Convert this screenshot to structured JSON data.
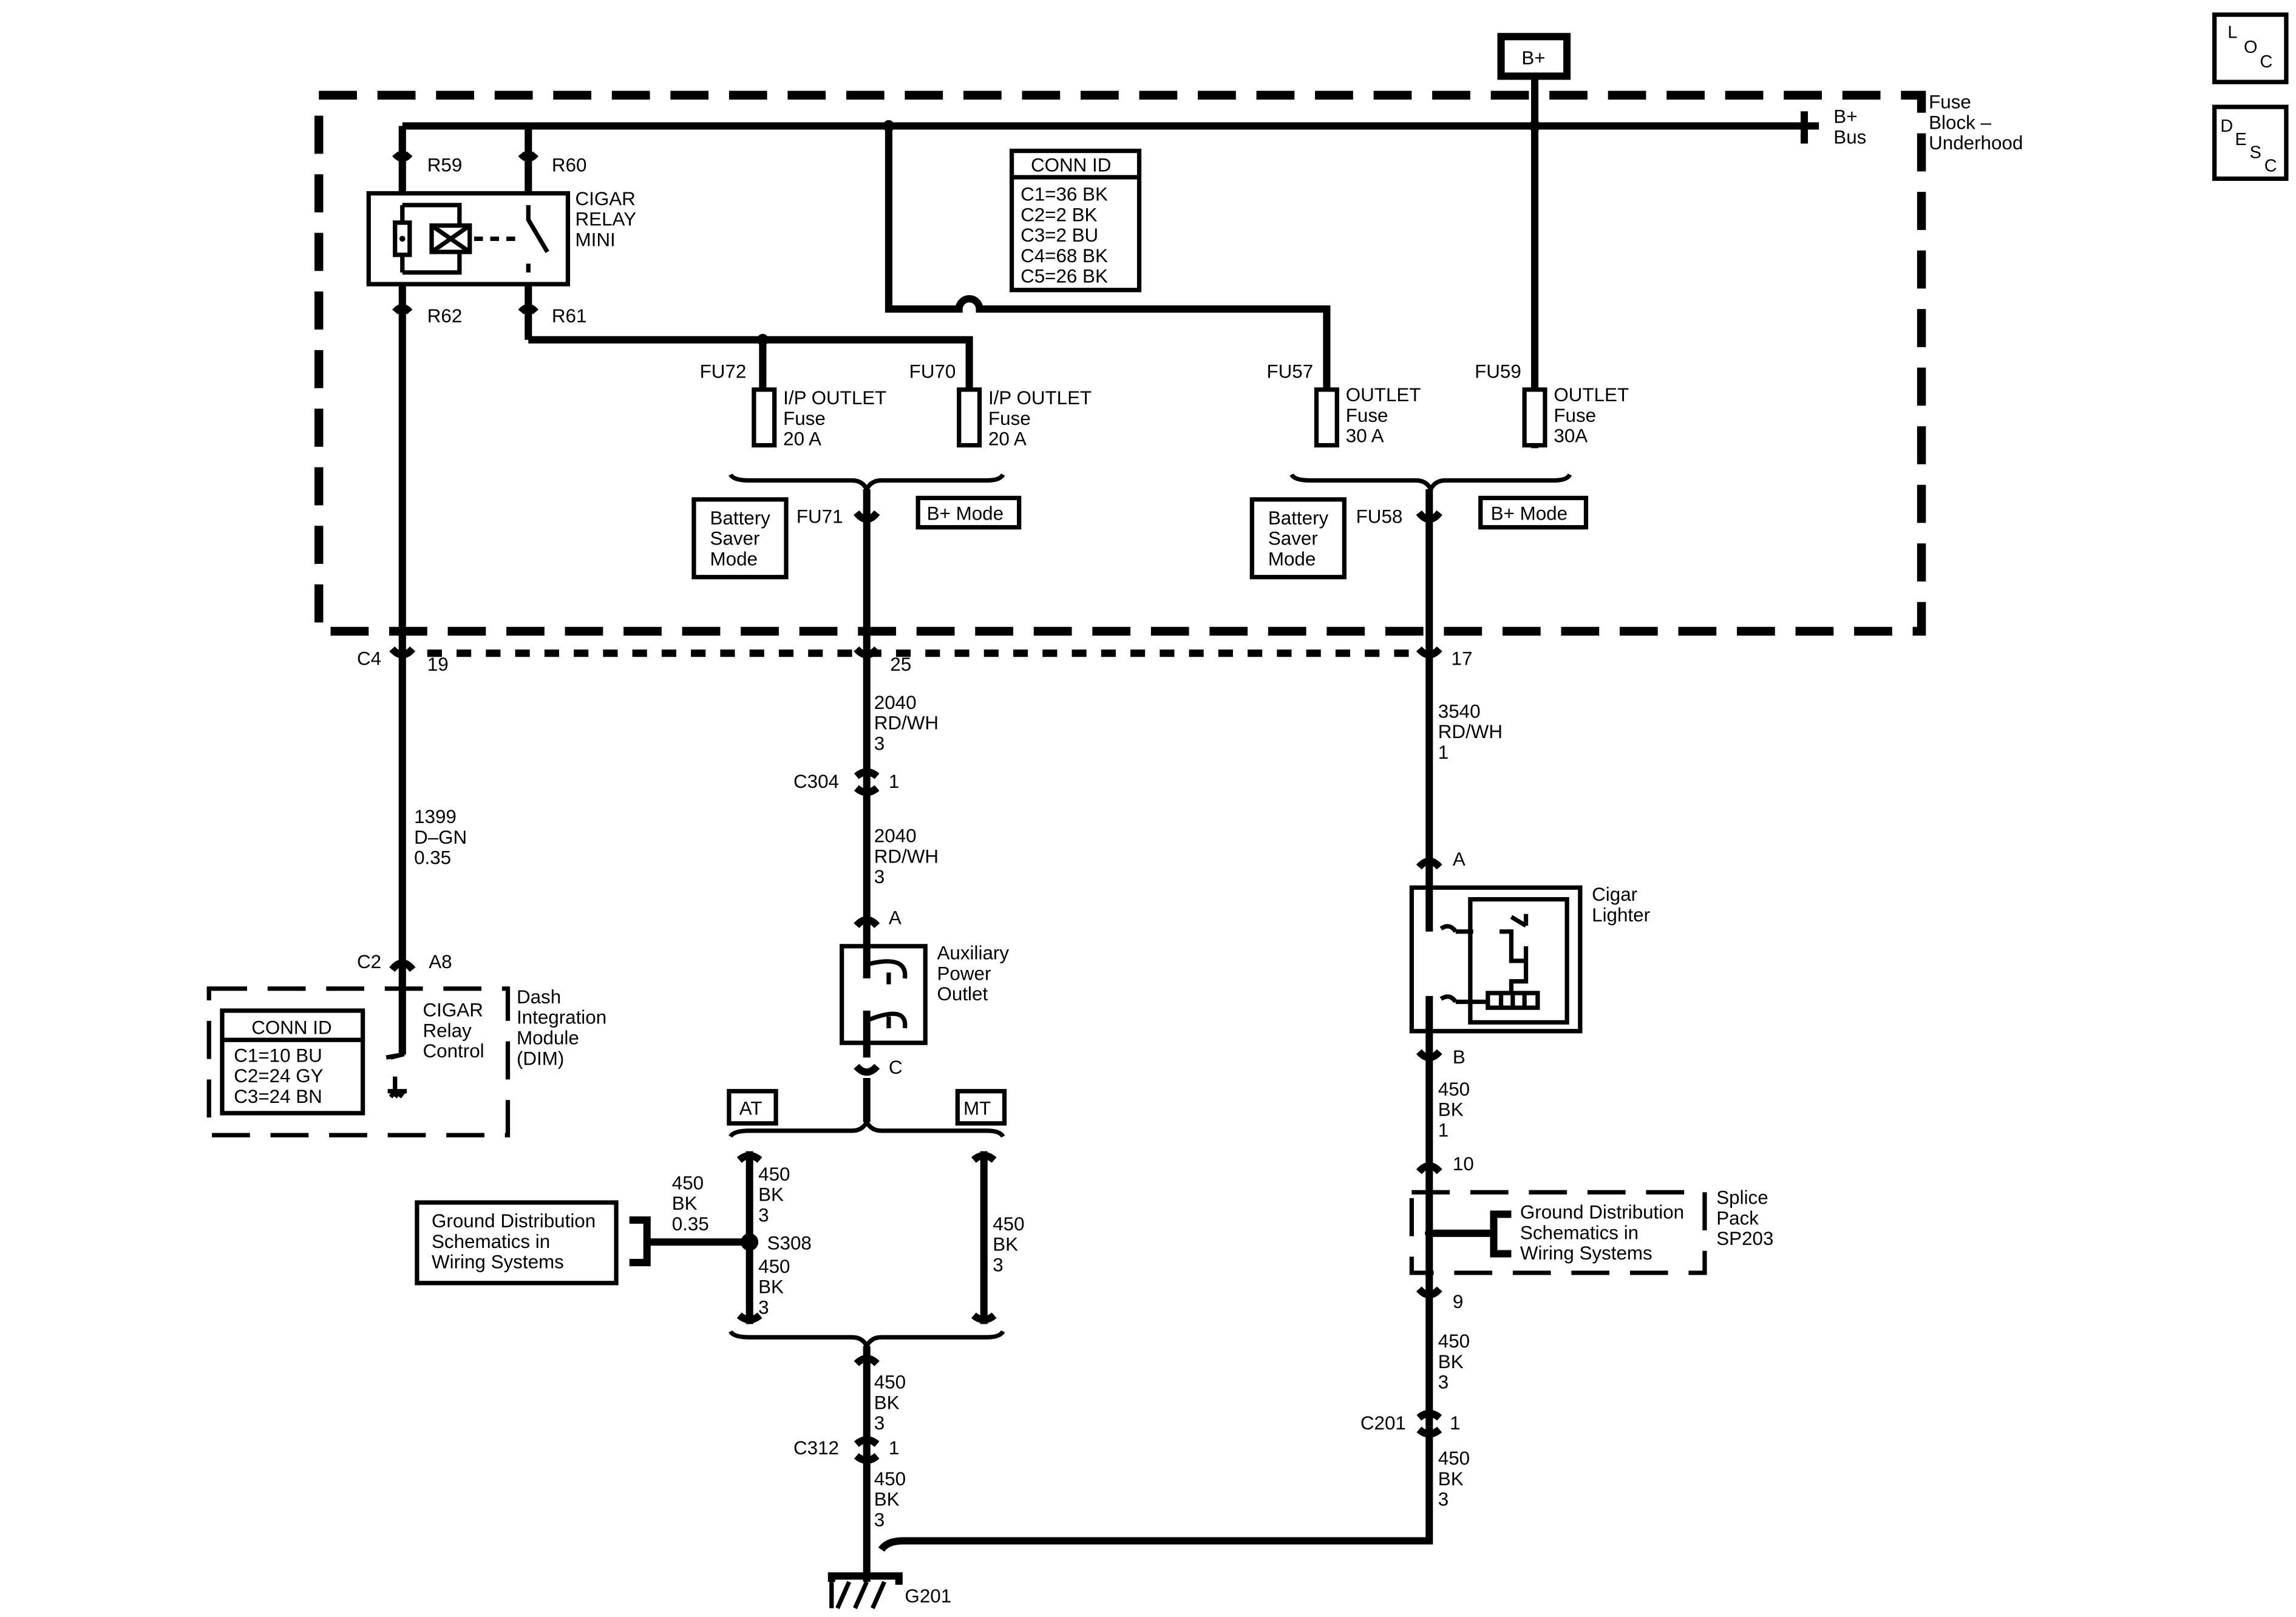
{
  "corner_tags": {
    "loc": [
      "L",
      "O",
      "C"
    ],
    "desc": [
      "D",
      "E",
      "S",
      "C"
    ]
  },
  "bplus_source": "B+",
  "fuse_block": {
    "title_lines": [
      "Fuse",
      "Block –",
      "Underhood"
    ],
    "bus_lines": [
      "B+",
      "Bus"
    ],
    "conn_id": {
      "header": "CONN ID",
      "rows": [
        "C1=36 BK",
        "C2=2 BK",
        "C3=2 BU",
        "C4=68 BK",
        "C5=26 BK"
      ]
    },
    "relay": {
      "pins": [
        "R59",
        "R60",
        "R62",
        "R61"
      ],
      "label_lines": [
        "CIGAR",
        "RELAY",
        "MINI"
      ]
    },
    "fuses": [
      {
        "id": "FU72",
        "lines": [
          "I/P OUTLET",
          "Fuse",
          "20 A"
        ]
      },
      {
        "id": "FU70",
        "lines": [
          "I/P OUTLET",
          "Fuse",
          "20 A"
        ]
      },
      {
        "id": "FU57",
        "lines": [
          "OUTLET",
          "Fuse",
          "30 A"
        ]
      },
      {
        "id": "FU59",
        "lines": [
          "OUTLET",
          "Fuse",
          "30A"
        ]
      }
    ],
    "modes": [
      {
        "saver_lines": [
          "Battery",
          "Saver",
          "Mode"
        ],
        "junction": "FU71",
        "bplus_mode": "B+ Mode"
      },
      {
        "saver_lines": [
          "Battery",
          "Saver",
          "Mode"
        ],
        "junction": "FU58",
        "bplus_mode": "B+ Mode"
      }
    ]
  },
  "c4_connector": {
    "name": "C4",
    "pins": [
      "19",
      "25",
      "17"
    ]
  },
  "left_circuit": {
    "wire": [
      "1399",
      "D–GN",
      "0.35"
    ],
    "conn": "C2",
    "pin": "A8",
    "dim": {
      "conn_id": {
        "header": "CONN ID",
        "rows": [
          "C1=10 BU",
          "C2=24 GY",
          "C3=24 BN"
        ]
      },
      "control_lines": [
        "CIGAR",
        "Relay",
        "Control"
      ],
      "module_lines": [
        "Dash",
        "Integration",
        "Module",
        "(DIM)"
      ]
    }
  },
  "mid_circuit": {
    "wire1": [
      "2040",
      "RD/WH",
      "3"
    ],
    "c304": {
      "name": "C304",
      "pin": "1"
    },
    "wire2": [
      "2040",
      "RD/WH",
      "3"
    ],
    "outlet_pins": [
      "A",
      "C"
    ],
    "outlet_lines": [
      "Auxiliary",
      "Power",
      "Outlet"
    ],
    "at_label": "AT",
    "mt_label": "MT",
    "at_wire_top": [
      "450",
      "BK",
      "3"
    ],
    "at_wire_bottom": [
      "450",
      "BK",
      "3"
    ],
    "splice": "S308",
    "branch_wire": [
      "450",
      "BK",
      "0.35"
    ],
    "mt_wire": [
      "450",
      "BK",
      "3"
    ],
    "ground_ref_lines": [
      "Ground Distribution",
      "Schematics in",
      "Wiring Systems"
    ],
    "wire3": [
      "450",
      "BK",
      "3"
    ],
    "c312": {
      "name": "C312",
      "pin": "1"
    },
    "wire4": [
      "450",
      "BK",
      "3"
    ],
    "ground": "G201"
  },
  "right_circuit": {
    "wire1": [
      "3540",
      "RD/WH",
      "1"
    ],
    "lighter_pins": [
      "A",
      "B"
    ],
    "lighter_lines": [
      "Cigar",
      "Lighter"
    ],
    "wire2": [
      "450",
      "BK",
      "1"
    ],
    "splice_pins": [
      "10",
      "9"
    ],
    "ground_ref_lines": [
      "Ground Distribution",
      "Schematics in",
      "Wiring Systems"
    ],
    "splice_pack_lines": [
      "Splice",
      "Pack",
      "SP203"
    ],
    "wire3": [
      "450",
      "BK",
      "3"
    ],
    "c201": {
      "name": "C201",
      "pin": "1"
    },
    "wire4": [
      "450",
      "BK",
      "3"
    ]
  }
}
